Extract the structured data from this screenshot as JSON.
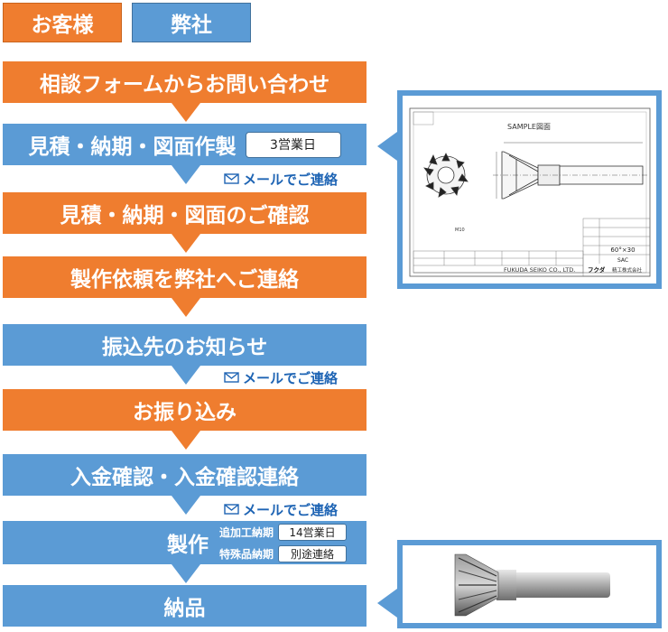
{
  "legend": {
    "customer": "お客様",
    "company": "弊社"
  },
  "steps": [
    {
      "label": "相談フォームからお問い合わせ"
    },
    {
      "label": "見積・納期・図面作製",
      "badge": "3営業日"
    },
    {
      "label": "見積・納期・図面のご確認"
    },
    {
      "label": "製作依頼を弊社へご連絡"
    },
    {
      "label": "振込先のお知らせ"
    },
    {
      "label": "お振り込み"
    },
    {
      "label": "入金確認・入金確認連絡"
    },
    {
      "label": "製作",
      "details": [
        {
          "label": "追加工納期",
          "value": "14営業日"
        },
        {
          "label": "特殊品納期",
          "value": "別途連絡"
        }
      ]
    },
    {
      "label": "納品"
    }
  ],
  "mail_notice": "メールでご連絡",
  "drawing": {
    "title": "SAMPLE図面",
    "size_text": "60°×30",
    "material_text": "SAC",
    "company_text": "FUKUDA SEIKO CO., LTD.",
    "brand_text": "フクダ",
    "brand_suffix": "精工株式会社"
  },
  "colors": {
    "customer": "#ef7d2f",
    "company": "#5b9bd5",
    "mail_text": "#1e64b4"
  },
  "icons": {
    "mail": "envelope-icon"
  }
}
